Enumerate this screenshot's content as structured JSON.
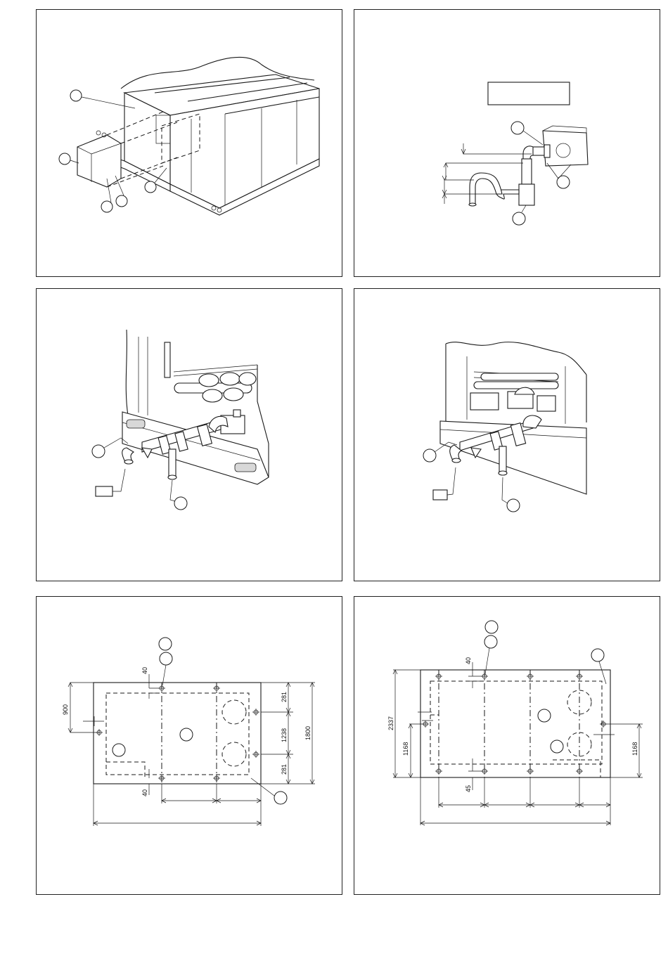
{
  "panels": {
    "p1": {
      "figure": "rooftop-unit-with-hood"
    },
    "p2": {
      "figure": "drain-trap-detail"
    },
    "p3": {
      "figure": "gas-piping-connection"
    },
    "p4": {
      "figure": "gas-piping-connection-alt"
    },
    "p5": {
      "figure": "base-plan-small",
      "dims": {
        "d40_top": "40",
        "d40_bottom": "40",
        "d900": "900",
        "d281_top": "281",
        "d1238": "1238",
        "d281_bottom": "281",
        "d1800": "1800"
      }
    },
    "p6": {
      "figure": "base-plan-large",
      "dims": {
        "d40": "40",
        "d45": "45",
        "d2337": "2337",
        "d1168_left": "1168",
        "d1168_right": "1168"
      }
    }
  },
  "colors": {
    "ink": "#1a1a1a",
    "paper": "#ffffff"
  }
}
